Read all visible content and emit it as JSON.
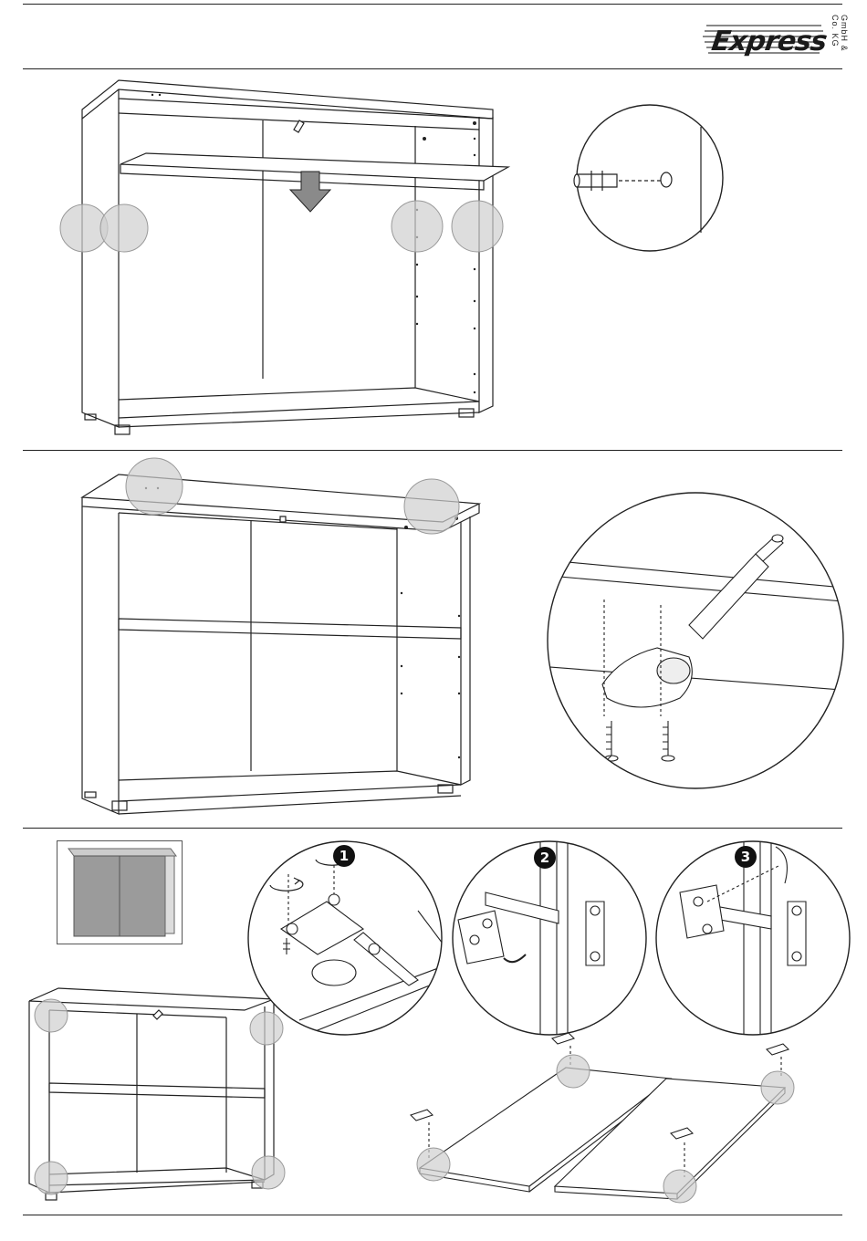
{
  "header": {
    "logo_word": "xpress",
    "logo_letter": "E",
    "logo_subtitle": "GmbH & Co. KG"
  },
  "steps": {
    "step_1": "1",
    "step_2": "2",
    "step_3": "3"
  },
  "colors": {
    "line": "#222222",
    "highlight": "#cfcfcf",
    "door_fill": "#9b9b9b"
  },
  "icons": {
    "arrow": "down-arrow-icon",
    "rotate": "rotate-icon"
  }
}
